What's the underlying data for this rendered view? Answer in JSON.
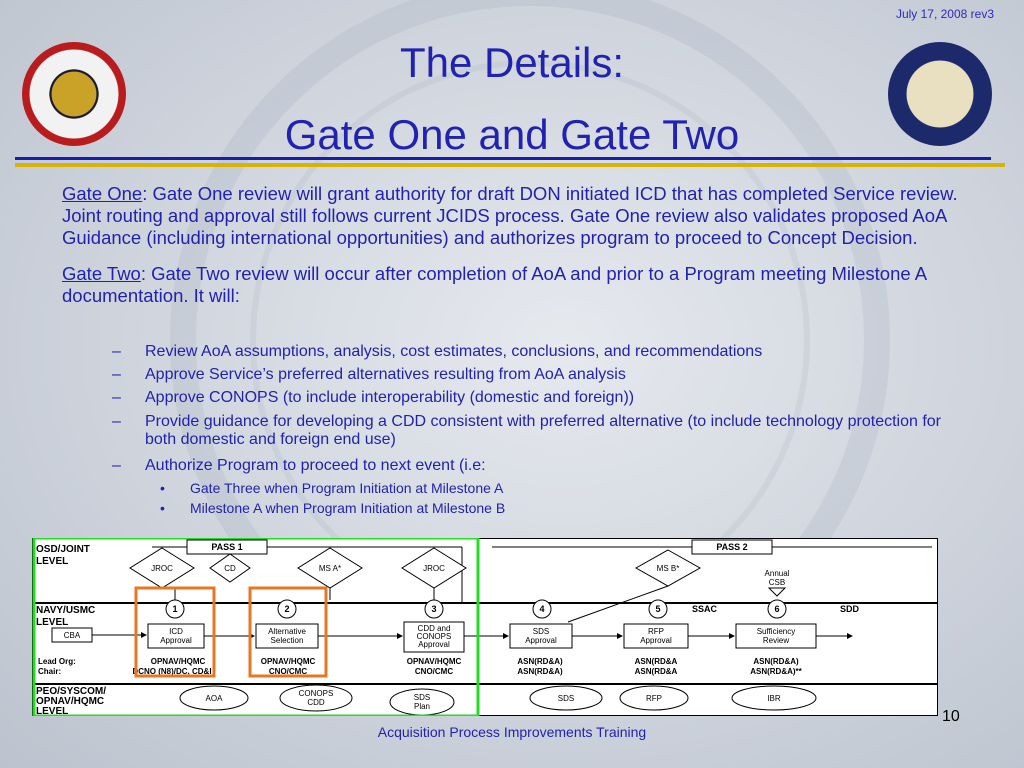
{
  "header": {
    "date": "July 17, 2008 rev3",
    "title_line1": "The Details:",
    "title_line2": "Gate One and Gate Two"
  },
  "colors": {
    "accent": "#2222b0",
    "gold_rule": "#d8b400",
    "blue_rule": "#1a1ab5",
    "highlight_green": "#22dd22",
    "highlight_orange": "#e87722"
  },
  "seals": {
    "left_icon": "marine-corps-seal-icon",
    "right_icon": "navy-seal-icon"
  },
  "gate_one": {
    "label": "Gate One",
    "text": ":  Gate One review will grant authority for draft DON initiated ICD that has completed Service review.  Joint routing and approval still follows current JCIDS process.  Gate One review also validates proposed AoA Guidance (including international opportunities) and authorizes program to proceed to Concept Decision."
  },
  "gate_two": {
    "label": "Gate Two",
    "text": ":  Gate Two review will occur after completion of AoA and prior to a Program meeting Milestone A documentation.  It will:",
    "items": [
      "Review AoA assumptions, analysis, cost estimates, conclusions, and recommendations",
      "Approve Service’s preferred alternatives resulting from AoA analysis",
      "Approve CONOPS (to include interoperability (domestic and foreign))",
      "Provide guidance for developing a CDD consistent with preferred alternative (to include technology protection for both domestic and foreign end use)",
      "Authorize Program to proceed to next event (i.e:"
    ],
    "subitems": [
      "Gate Three when Program Initiation at Milestone A",
      "Milestone A when Program Initiation at Milestone B"
    ],
    "dash": "–",
    "dot": "•"
  },
  "diagram": {
    "levels": [
      "OSD/JOINT",
      "LEVEL",
      "NAVY/USMC",
      "LEVEL",
      "PEO/SYSCOM/",
      "OPNAV/HQMC",
      "LEVEL"
    ],
    "pass1": "PASS 1",
    "pass2": "PASS 2",
    "diamonds": [
      "JROC",
      "CD",
      "MS A*",
      "JROC",
      "MS B*"
    ],
    "annual_csb": [
      "Annual",
      "CSB"
    ],
    "gates": [
      "1",
      "2",
      "3",
      "4",
      "5",
      "6"
    ],
    "ssac": "SSAC",
    "sdd": "SDD",
    "boxes": {
      "cba": "CBA",
      "icd": [
        "ICD",
        "Approval"
      ],
      "alt": [
        "Alternative",
        "Selection"
      ],
      "cdd": [
        "CDD and",
        "CONOPS",
        "Approval"
      ],
      "sds": [
        "SDS",
        "Approval"
      ],
      "rfp": [
        "RFP",
        "Approval"
      ],
      "suff": [
        "Sufficiency",
        "Review"
      ]
    },
    "lead_org_label": [
      "Lead Org:",
      "Chair:"
    ],
    "orgs": [
      [
        "OPNAV/HQMC",
        "DCNO (N8)/DC, CD&I"
      ],
      [
        "OPNAV/HQMC",
        "CNO/CMC"
      ],
      [
        "OPNAV/HQMC",
        "CNO/CMC"
      ],
      [
        "ASN(RD&A)",
        "ASN(RD&A)"
      ],
      [
        "ASN(RD&A",
        "ASN(RD&A"
      ],
      [
        "ASN(RD&A)",
        "ASN(RD&A)**"
      ]
    ],
    "ovals": [
      "AOA",
      "CONOPS",
      "CDD",
      "SDS",
      "Plan",
      "SDS",
      "RFP",
      "IBR"
    ]
  },
  "footer": {
    "text": "Acquisition Process Improvements Training",
    "page": "10"
  }
}
